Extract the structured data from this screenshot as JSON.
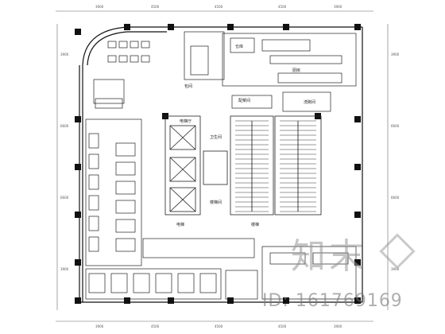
{
  "drawing": {
    "colors": {
      "line": "#1a1a1a",
      "wall": "#111111",
      "dim": "#555555"
    },
    "room_labels": [
      "厨房",
      "仓库",
      "洗碗间",
      "配菜间",
      "包间",
      "电梯厅",
      "楼梯间",
      "卫生间"
    ],
    "dimension_labels": {
      "top": [
        "3900",
        "4500",
        "4500",
        "4500",
        "3900"
      ],
      "left": [
        "3900",
        "6600",
        "6600",
        "3900"
      ],
      "bottom": [
        "3900",
        "4500",
        "4500",
        "4500",
        "3900"
      ],
      "right": [
        "3900",
        "6600",
        "6600",
        "3900"
      ]
    },
    "elevator_label": "电梯",
    "stair_label": "楼梯"
  },
  "watermark": {
    "logo_text": "知末",
    "id_text": "ID: 161769169"
  }
}
